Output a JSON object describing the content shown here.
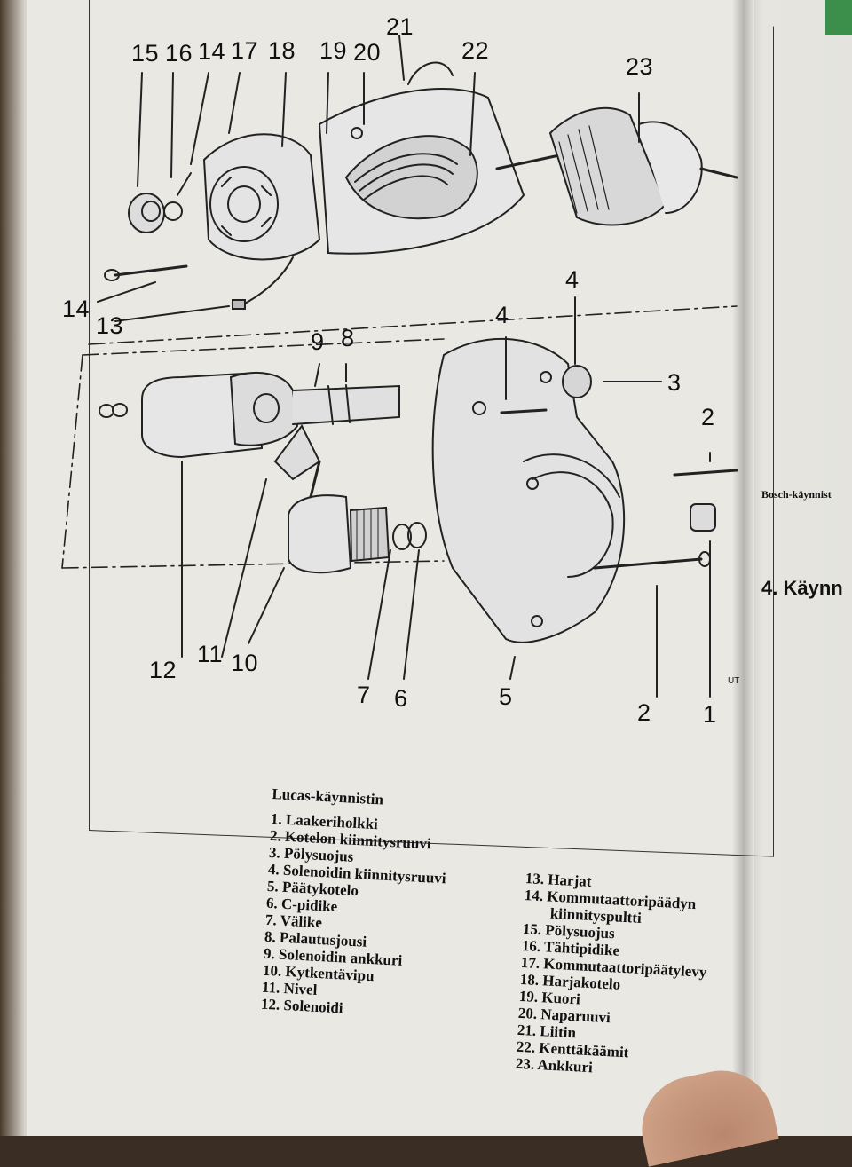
{
  "figure_title": "Lucas-käynnistin",
  "callouts": [
    "1",
    "2",
    "2",
    "3",
    "4",
    "4",
    "5",
    "6",
    "7",
    "8",
    "9",
    "10",
    "11",
    "12",
    "13",
    "14",
    "14",
    "15",
    "16",
    "17",
    "18",
    "19",
    "20",
    "21",
    "22",
    "23"
  ],
  "legend_left": [
    "1. Laakeriholkki",
    "2. Kotelon kiinnitysruuvi",
    "3. Pölysuojus",
    "4. Solenoidin kiinnitysruuvi",
    "5. Päätykotelo",
    "6. C-pidike",
    "7. Välike",
    "8. Palautusjousi",
    "9. Solenoidin ankkuri",
    "10. Kytkentävipu",
    "11. Nivel",
    "12. Solenoidi"
  ],
  "legend_right": [
    "13. Harjat",
    "14. Kommutaattoripäädyn",
    "kiinnityspultti",
    "15. Pölysuojus",
    "16. Tähtipidike",
    "17. Kommutaattoripäätylevy",
    "18. Harjakotelo",
    "19. Kuori",
    "20. Naparuuvi",
    "21. Liitin",
    "22. Kenttäkäämit",
    "23. Ankkuri"
  ],
  "right_page": {
    "heading_fragment": "4. Käynn",
    "caption_fragment": "Bosch-käynnist",
    "ut_mark": "UT"
  }
}
